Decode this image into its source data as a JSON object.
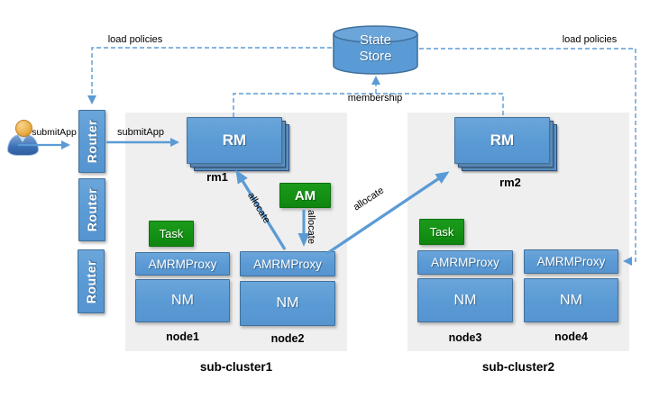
{
  "colors": {
    "box_blue": "#5B9BD5",
    "box_blue_border": "#41719C",
    "green": "#149114",
    "cluster_gray": "#EFEFEF",
    "arrow_blue": "#5B9BD5"
  },
  "user": {
    "icon": "person-icon",
    "submit_label": "submitApp"
  },
  "routers": [
    {
      "label": "Router"
    },
    {
      "label": "Router"
    },
    {
      "label": "Router"
    }
  ],
  "state_store": {
    "icon": "database-icon",
    "line1": "State",
    "line2": "Store"
  },
  "edges": {
    "load_policies_left": "load policies",
    "load_policies_right": "load policies",
    "membership": "membership",
    "submit_app_router": "submitApp",
    "allocate_to_rm1": "allocate",
    "allocate_am": "allocate",
    "allocate_to_rm2": "allocate"
  },
  "clusters": [
    {
      "label": "sub-cluster1",
      "rm": {
        "label": "RM",
        "name": "rm1"
      },
      "nodes": [
        {
          "name": "node1",
          "task": "Task",
          "amrmproxy": "AMRMProxy",
          "nm": "NM"
        },
        {
          "name": "node2",
          "am": "AM",
          "amrmproxy": "AMRMProxy",
          "nm": "NM"
        }
      ]
    },
    {
      "label": "sub-cluster2",
      "rm": {
        "label": "RM",
        "name": "rm2"
      },
      "nodes": [
        {
          "name": "node3",
          "task": "Task",
          "amrmproxy": "AMRMProxy",
          "nm": "NM"
        },
        {
          "name": "node4",
          "amrmproxy": "AMRMProxy",
          "nm": "NM"
        }
      ]
    }
  ]
}
